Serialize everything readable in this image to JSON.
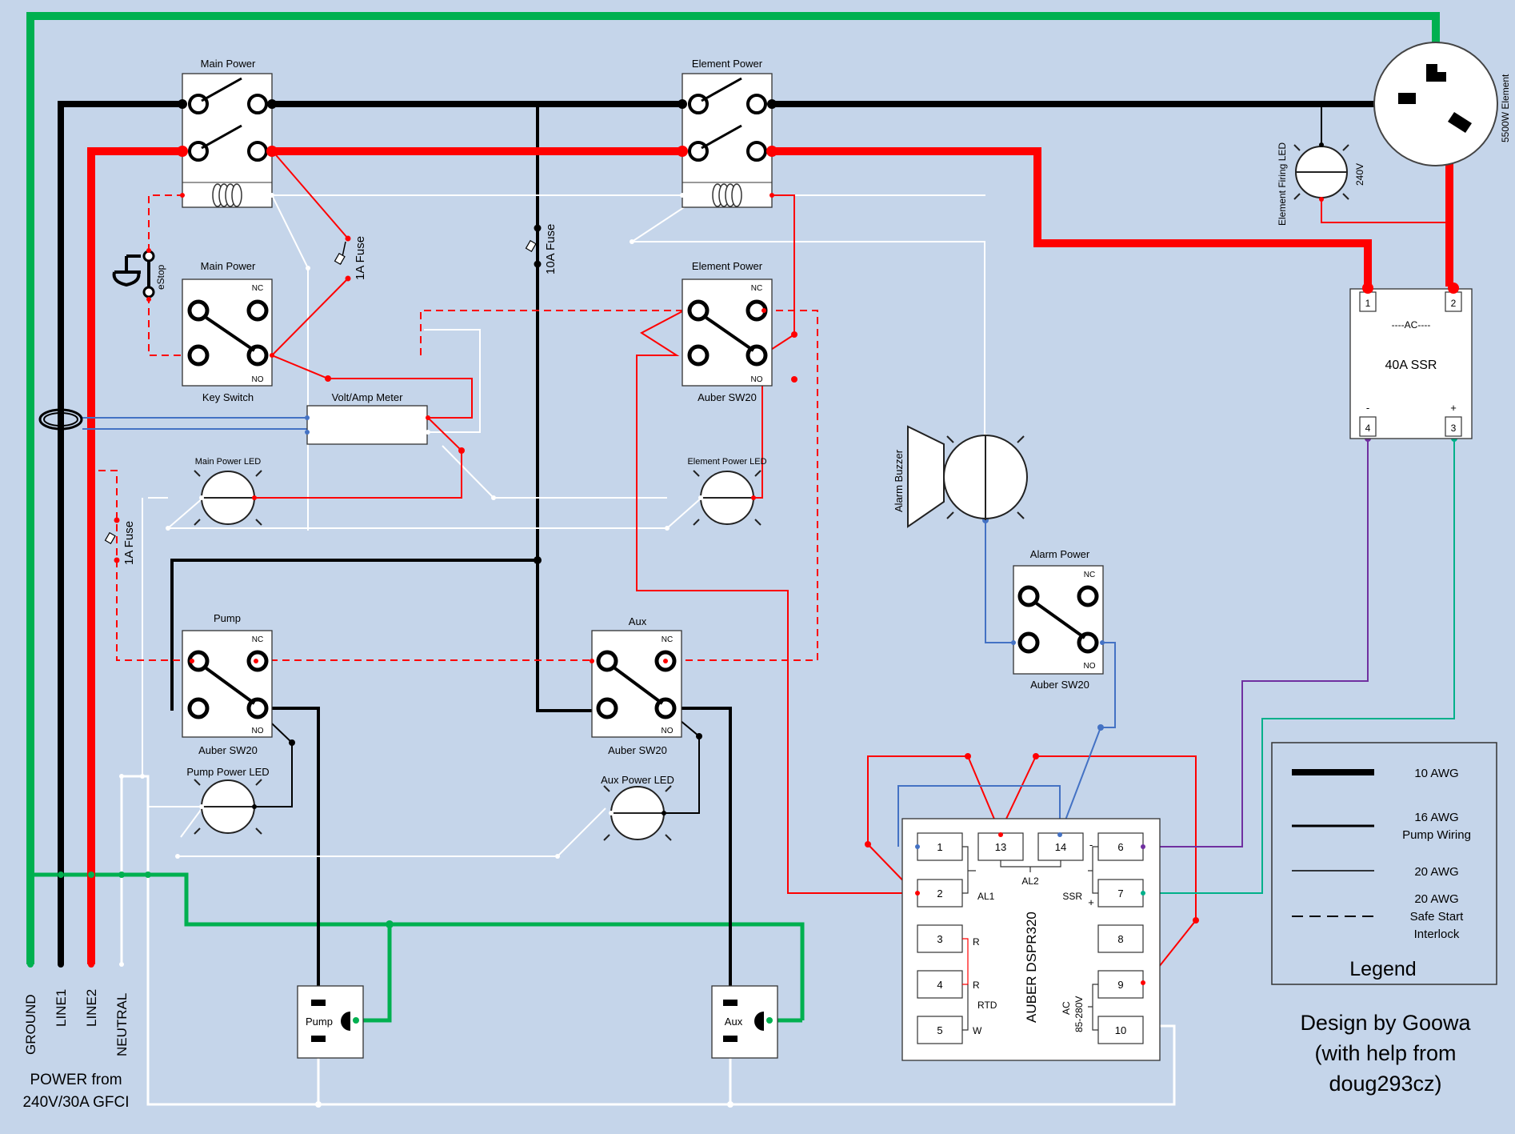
{
  "colors": {
    "background": "#c5d5ea",
    "ground": "#00b050",
    "line1": "#000000",
    "line2": "#ff0000",
    "neutral": "#ffffff",
    "interlock": "#ff0000",
    "signal_blue": "#4472c4",
    "ssr_minus": "#7030a0",
    "ssr_plus": "#00b08a"
  },
  "power_labels": {
    "ground": "GROUND",
    "line1": "LINE1",
    "line2": "LINE2",
    "neutral": "NEUTRAL",
    "source_line1": "POWER from",
    "source_line2": "240V/30A GFCI"
  },
  "contactors": {
    "main": "Main Power",
    "element": "Element Power"
  },
  "switches": {
    "key": {
      "title": "Main Power",
      "caption": "Key Switch"
    },
    "element": {
      "title": "Element Power",
      "caption": "Auber SW20"
    },
    "pump": {
      "title": "Pump",
      "caption": "Auber SW20"
    },
    "aux": {
      "title": "Aux",
      "caption": "Auber SW20"
    },
    "alarm": {
      "title": "Alarm Power",
      "caption": "Auber SW20"
    },
    "nc": "NC",
    "no": "NO"
  },
  "estop": "eStop",
  "fuses": {
    "main_fuse": "1A Fuse",
    "element_fuse": "10A Fuse",
    "side_fuse": "1A Fuse"
  },
  "meter": "Volt/Amp Meter",
  "leds": {
    "main": "Main Power LED",
    "element": "Element Power LED",
    "pump": "Pump Power LED",
    "aux": "Aux Power LED",
    "element_firing": "Element Firing LED",
    "firing_voltage": "240V"
  },
  "alarm_buzzer": "Alarm Buzzer",
  "element_label": "5500W Element",
  "ssr": {
    "ac_label": "----AC----",
    "name": "40A SSR",
    "t1": "1",
    "t2": "2",
    "t4": "4",
    "t3": "3",
    "minus": "-",
    "plus": "+"
  },
  "outlets": {
    "pump": "Pump",
    "aux": "Aux"
  },
  "controller": {
    "name": "AUBER DSPR320",
    "terminals": [
      "1",
      "2",
      "3",
      "4",
      "5",
      "13",
      "14",
      "6",
      "7",
      "8",
      "9",
      "10"
    ],
    "al1": "AL1",
    "al2": "AL2",
    "ssr": "SSR",
    "r1": "R",
    "r2": "R",
    "rtd": "RTD",
    "w": "W",
    "ac_line1": "AC",
    "ac_line2": "85-280V",
    "minus": "-",
    "plus": "+"
  },
  "legend": {
    "title": "Legend",
    "items": [
      {
        "line1": "10 AWG",
        "line2": ""
      },
      {
        "line1": "16 AWG",
        "line2": "Pump Wiring"
      },
      {
        "line1": "20 AWG",
        "line2": ""
      },
      {
        "line1": "20 AWG",
        "line2": "Safe Start",
        "line3": "Interlock"
      }
    ]
  },
  "credit": {
    "line1": "Design by Goowa",
    "line2": "(with help from",
    "line3": "doug293cz)"
  }
}
